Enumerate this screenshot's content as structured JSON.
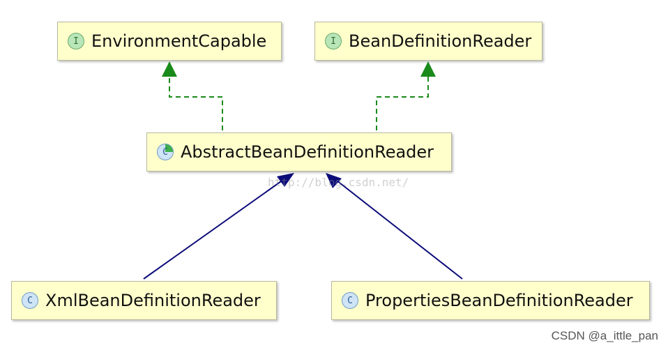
{
  "nodes": {
    "environment_capable": {
      "badge": "I",
      "label": "EnvironmentCapable"
    },
    "bean_definition_reader": {
      "badge": "I",
      "label": "BeanDefinitionReader"
    },
    "abstract_bean_definition_reader": {
      "badge": "C",
      "label": "AbstractBeanDefinitionReader"
    },
    "xml_bean_definition_reader": {
      "badge": "C",
      "label": "XmlBeanDefinitionReader"
    },
    "properties_bean_definition_reader": {
      "badge": "C",
      "label": "PropertiesBeanDefinitionReader"
    }
  },
  "watermark": "http://blog.csdn.net/",
  "credit": "CSDN @a_ittle_pan",
  "colors": {
    "realization_edge": "#1a8a1a",
    "inheritance_edge": "#0a0a78",
    "node_fill": "#ffffcc"
  }
}
